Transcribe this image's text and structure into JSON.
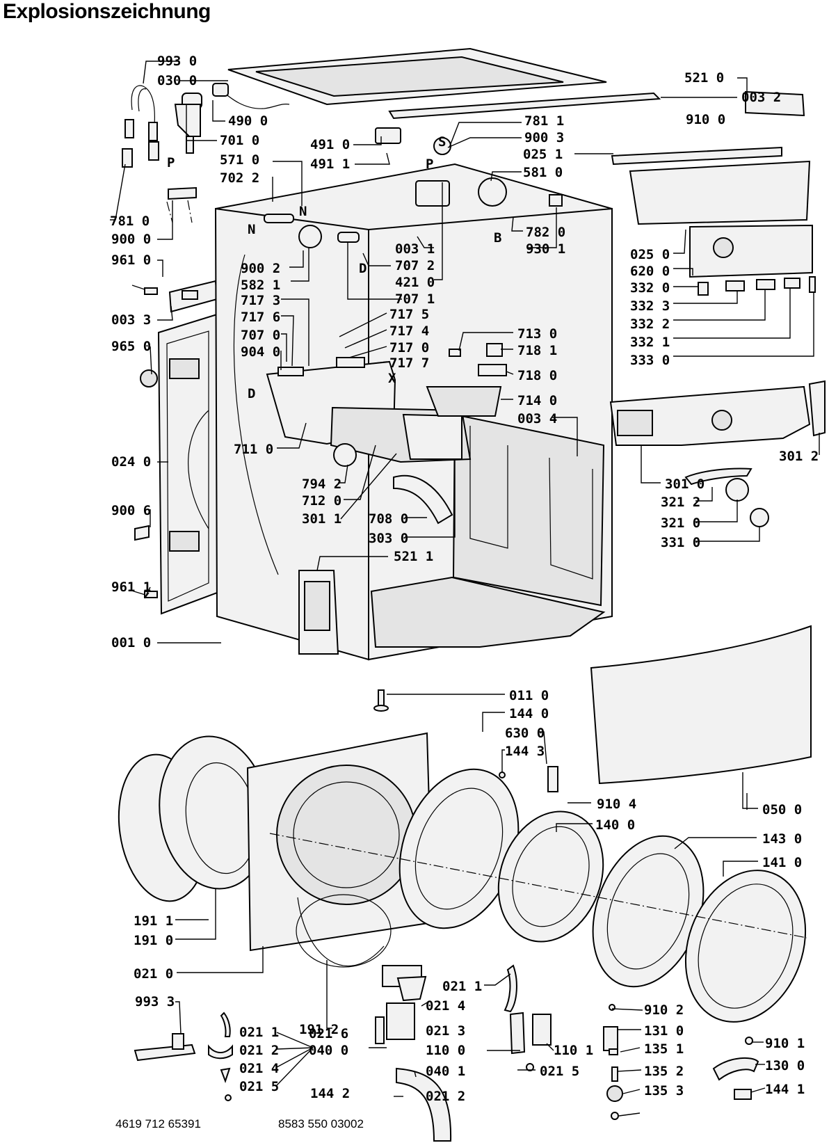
{
  "title": "Explosionszeichnung",
  "footer": {
    "left": "4619 712 65391",
    "right": "8583 550 03002"
  },
  "part_labels": [
    "993 0",
    "030 0",
    "490 0",
    "701 0",
    "571 0",
    "702 2",
    "781 0",
    "900 0",
    "961 0",
    "003 3",
    "965 0",
    "024 0",
    "900 6",
    "961 1",
    "001 0",
    "491 0",
    "491 1",
    "781 1",
    "900 3",
    "025 1",
    "581 0",
    "782 0",
    "930 1",
    "003 1",
    "707 2",
    "421 0",
    "900 2",
    "582 1",
    "707 1",
    "521 0",
    "003 2",
    "910 0",
    "025 0",
    "620 0",
    "332 0",
    "332 3",
    "332 2",
    "332 1",
    "333 0",
    "717 3",
    "717 6",
    "707 0",
    "904 0",
    "717 5",
    "717 4",
    "717 0",
    "717 7",
    "713 0",
    "718 1",
    "718 0",
    "714 0",
    "003 4",
    "711 0",
    "794 2",
    "712 0",
    "301 1",
    "708 0",
    "303 0",
    "521 1",
    "301 0",
    "301 2",
    "321 2",
    "321 0",
    "331 0",
    "011 0",
    "144 0",
    "630 0",
    "144 3",
    "910 4",
    "140 0",
    "143 0",
    "141 0",
    "050 0",
    "191 1",
    "191 0",
    "021 0",
    "191 2",
    "021 1",
    "021 4",
    "021 3",
    "110 0",
    "110 1",
    "040 0",
    "040 1",
    "021 5",
    "021 2",
    "144 2",
    "993 3",
    "021 6",
    "910 2",
    "131 0",
    "135 1",
    "135 2",
    "135 3",
    "910 1",
    "130 0",
    "144 1"
  ],
  "markers": [
    "P",
    "S",
    "N",
    "B",
    "D",
    "X"
  ]
}
